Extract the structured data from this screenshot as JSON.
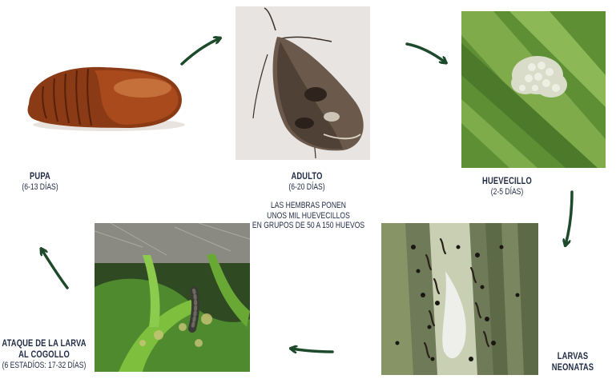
{
  "stages": {
    "pupa": {
      "name": "PUPA",
      "duration": "(6-13 DÍAS)"
    },
    "adult": {
      "name": "ADULTO",
      "duration": "(6-20 DÍAS)",
      "note_line1": "LAS HEMBRAS PONEN",
      "note_line2": "UNOS MIL HUEVECILLOS",
      "note_line3": "EN GRUPOS DE 50 A 150 HUEVOS"
    },
    "egg": {
      "name": "HUEVECILLO",
      "duration": "(2-5 DÍAS)"
    },
    "larvae": {
      "name_line1": "LARVAS",
      "name_line2": "NEONATAS"
    },
    "attack": {
      "name_line1": "ATAQUE DE LA LARVA",
      "name_line2": "AL COGOLLO",
      "duration": "(6 ESTADÍOS: 17-32 DÍAS)"
    }
  },
  "colors": {
    "arrow": "#1d4a2b",
    "text": "#1f2a44"
  },
  "icons": [
    "pupa-photo",
    "moth-photo",
    "egg-mass-photo",
    "neonate-larvae-photo",
    "larva-feeding-photo"
  ]
}
